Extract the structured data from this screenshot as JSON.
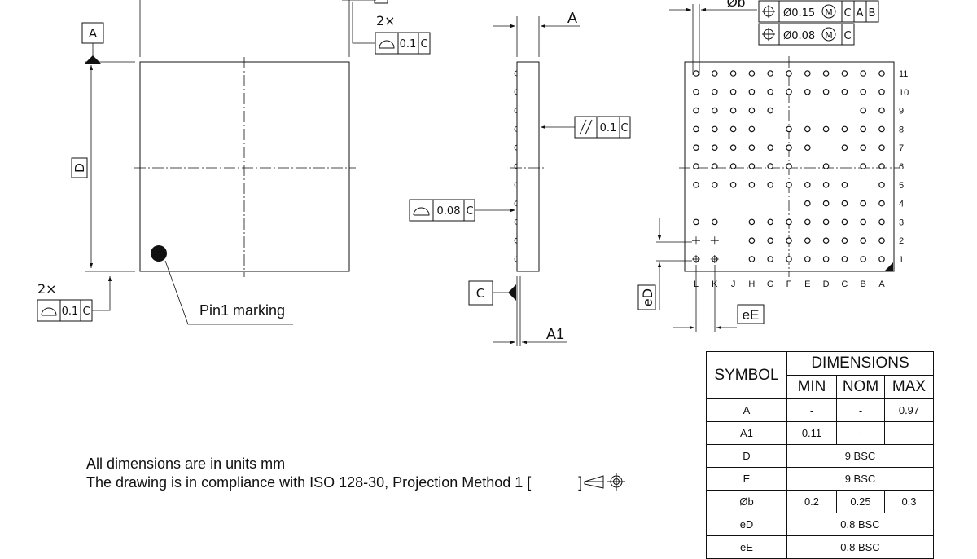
{
  "labels": {
    "datum_a": "A",
    "datum_c": "C",
    "dim_d": "D",
    "dim_e": "eE",
    "dim_ed": "eD",
    "dim_a": "A",
    "dim_a1": "A1",
    "dim_ob": "Øb",
    "pin1": "Pin1 marking",
    "qty_2x_top": "2×",
    "qty_2x_bottom": "2×"
  },
  "callouts": {
    "flatness_top": {
      "value": "0.1",
      "datum": "C"
    },
    "flatness_bottom": {
      "value": "0.1",
      "datum": "C"
    },
    "flatness_side": {
      "value": "0.08",
      "datum": "C"
    },
    "parallel_side": {
      "value": "0.1",
      "datum": "C"
    },
    "position_1": {
      "value": "Ø0.15",
      "mod": "M",
      "datums": [
        "C",
        "A",
        "B"
      ]
    },
    "position_2": {
      "value": "Ø0.08",
      "mod": "M",
      "datums": [
        "C"
      ]
    }
  },
  "bga": {
    "rows": [
      "11",
      "10",
      "9",
      "8",
      "7",
      "6",
      "5",
      "4",
      "3",
      "2",
      "1"
    ],
    "cols": [
      "L",
      "K",
      "J",
      "H",
      "G",
      "F",
      "E",
      "D",
      "C",
      "B",
      "A"
    ],
    "missing": [
      "9-F",
      "9-E",
      "9-D",
      "9-C",
      "8-G",
      "7-D",
      "6-E",
      "6-C",
      "5-B",
      "4-L",
      "4-K",
      "4-J",
      "4-H",
      "4-G",
      "4-F",
      "3-J",
      "2-L",
      "2-K",
      "2-J",
      "1-J"
    ]
  },
  "notes": [
    "All dimensions are in units mm",
    "The drawing is in compliance with ISO 128-30, Projection Method 1 ["
  ],
  "notes_close": "]",
  "table": {
    "symbol_header": "SYMBOL",
    "dimensions_header": "DIMENSIONS",
    "min": "MIN",
    "nom": "NOM",
    "max": "MAX",
    "rows": [
      {
        "sym": "A",
        "min": "-",
        "nom": "-",
        "max": "0.97"
      },
      {
        "sym": "A1",
        "min": "0.11",
        "nom": "-",
        "max": "-"
      },
      {
        "sym": "D",
        "span": "9 BSC"
      },
      {
        "sym": "E",
        "span": "9 BSC"
      },
      {
        "sym": "Øb",
        "min": "0.2",
        "nom": "0.25",
        "max": "0.3"
      },
      {
        "sym": "eD",
        "span": "0.8 BSC"
      },
      {
        "sym": "eE",
        "span": "0.8 BSC"
      }
    ]
  }
}
